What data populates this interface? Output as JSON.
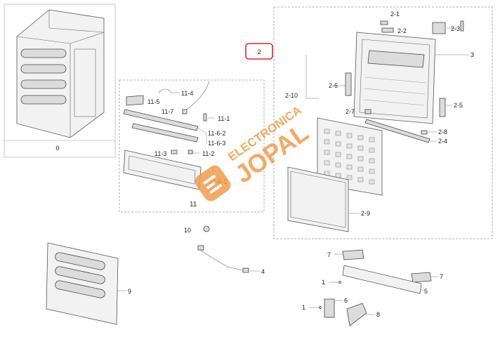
{
  "labels": {
    "l0": "0",
    "l2": "2",
    "l2_1": "2-1",
    "l2_2": "2-2",
    "l2_3": "2-3",
    "l3": "3",
    "l2_10": "2-10",
    "l2_6": "2-6",
    "l2_5": "2-5",
    "l2_7": "2-7",
    "l2_8": "2-8",
    "l2_4": "2-4",
    "l2_9": "2-9",
    "l11_4": "11-4",
    "l11_5": "11-5",
    "l11_7": "11-7",
    "l11_1": "11-1",
    "l11_6_2": "11-6-2",
    "l11_6_3": "11-6-3",
    "l11_3": "11-3",
    "l11_2": "11-2",
    "l11_6_1": "11-6-1",
    "l11": "11",
    "l10": "10",
    "l4": "4",
    "l9": "9",
    "l7a": "7",
    "l7b": "7",
    "l1a": "1",
    "l5": "5",
    "l1b": "1",
    "l6": "6",
    "l8": "8"
  },
  "watermark": {
    "line1": "ELECTRONICA",
    "line2": "JOPAL",
    "color": "#f39b4a"
  },
  "colors": {
    "highlight": "#d9262c",
    "watermark": "#f39b4a"
  }
}
